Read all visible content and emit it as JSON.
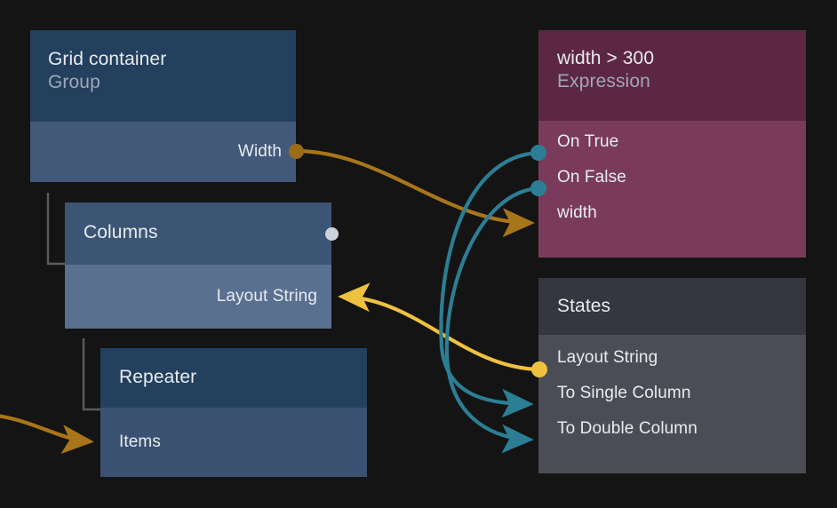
{
  "app": {
    "title": "Node Graph Editor",
    "background_color": "#141414"
  },
  "palette": {
    "group_header": "#23405e",
    "group_body": "#42597a",
    "columns_header": "#3c5574",
    "columns_body": "#5a7090",
    "repeater_header": "#23405e",
    "repeater_body": "#3a5172",
    "expression_header": "#5c2744",
    "expression_body": "#7a3a5c",
    "states_header": "#34373f",
    "states_body": "#4a4d55",
    "wire_gold": "#a8761a",
    "wire_yellow": "#f0c040",
    "wire_teal": "#2c7e94",
    "port_white": "#ccd2dc",
    "tree_line": "#5a5a5a",
    "text_primary": "#e9ecef",
    "text_secondary": "#9fa8b5"
  },
  "nodes": {
    "grid_container": {
      "title": "Grid container",
      "subtitle": "Group",
      "ports": [
        {
          "label": "Width",
          "side": "output",
          "connector": "dot",
          "color": "#9c6b16"
        }
      ]
    },
    "columns": {
      "title": "Columns",
      "header_port": {
        "label": "",
        "connector": "dot",
        "color": "#ccd2dc"
      },
      "ports": [
        {
          "label": "Layout String",
          "side": "input",
          "connector": "arrow",
          "color": "#f0c040"
        }
      ]
    },
    "repeater": {
      "title": "Repeater",
      "ports": [
        {
          "label": "Items",
          "side": "input",
          "connector": "arrow",
          "color": "#a8761a"
        }
      ]
    },
    "expression": {
      "title": "width > 300",
      "subtitle": "Expression",
      "ports": [
        {
          "label": "On True",
          "side": "output",
          "connector": "dot",
          "color": "#2c7e94"
        },
        {
          "label": "On False",
          "side": "output",
          "connector": "dot",
          "color": "#2c7e94"
        },
        {
          "label": "width",
          "side": "input",
          "connector": "arrow",
          "color": "#a8761a"
        }
      ]
    },
    "states": {
      "title": "States",
      "ports": [
        {
          "label": "Layout String",
          "side": "output",
          "connector": "dot",
          "color": "#f0c040"
        },
        {
          "label": "To Single Column",
          "side": "input",
          "connector": "arrow",
          "color": "#2c7e94"
        },
        {
          "label": "To Double Column",
          "side": "input",
          "connector": "arrow",
          "color": "#2c7e94"
        }
      ]
    }
  },
  "connections": [
    {
      "name": "width-to-expression-width",
      "from": "grid_container.Width",
      "to": "expression.width",
      "color": "#a8761a"
    },
    {
      "name": "offscreen-to-repeater-items",
      "from": "offscreen-left",
      "to": "repeater.Items",
      "color": "#a8761a"
    },
    {
      "name": "states-layout-string-to-columns-layout-string",
      "from": "states.Layout String",
      "to": "columns.Layout String",
      "color": "#f0c040"
    },
    {
      "name": "expression-on-true-to-states-to-single-column",
      "from": "expression.On True",
      "to": "states.To Single Column",
      "color": "#2c7e94"
    },
    {
      "name": "expression-on-false-to-states-to-double-column",
      "from": "expression.On False",
      "to": "states.To Double Column",
      "color": "#2c7e94"
    }
  ]
}
